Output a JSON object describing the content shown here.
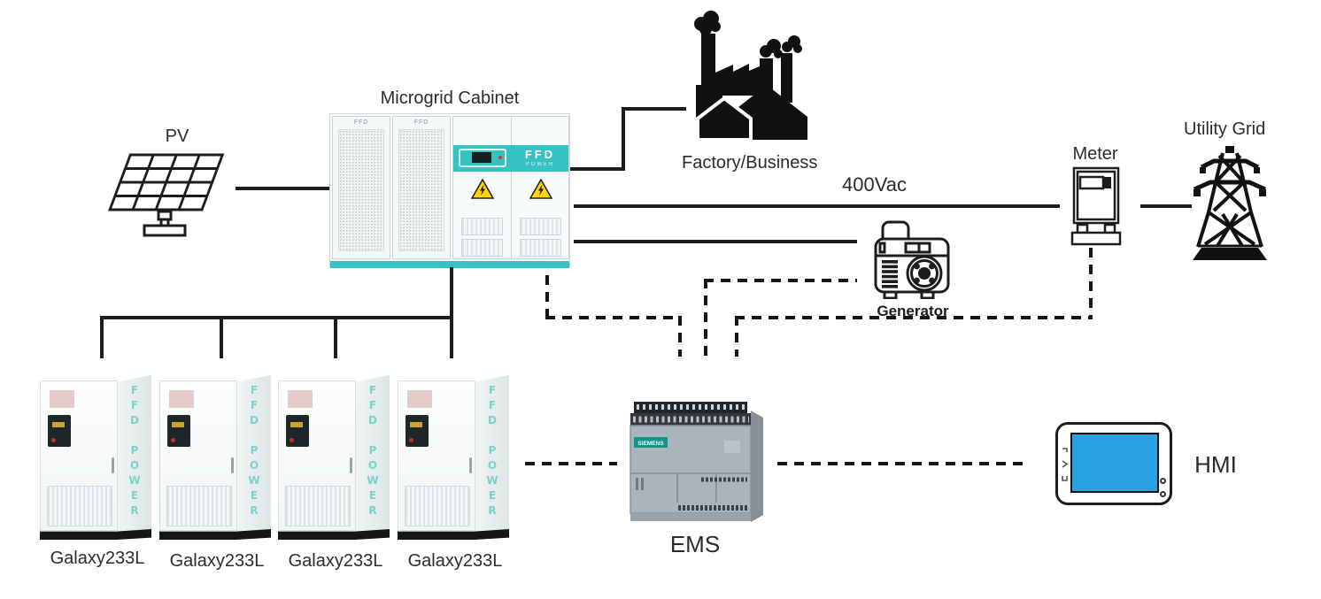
{
  "nodes": {
    "pv": {
      "label": "PV"
    },
    "cabinet": {
      "label": "Microgrid Cabinet",
      "door1_brand": "FFD",
      "door2_brand": "FFD",
      "brand": "FFD",
      "brand_sub": "POWER"
    },
    "factory": {
      "label": "Factory/Business"
    },
    "link_voltage": {
      "label": "400Vac"
    },
    "meter": {
      "label": "Meter"
    },
    "utility_grid": {
      "label": "Utility Grid"
    },
    "generator": {
      "label": "Generator"
    },
    "batteries": [
      {
        "label": "Galaxy233L",
        "side_text": "FFD POWER"
      },
      {
        "label": "Galaxy233L",
        "side_text": "FFD POWER"
      },
      {
        "label": "Galaxy233L",
        "side_text": "FFD POWER"
      },
      {
        "label": "Galaxy233L",
        "side_text": "FFD POWER"
      }
    ],
    "ems": {
      "label": "EMS",
      "brand": "SIEMENS"
    },
    "hmi": {
      "label": "HMI"
    }
  },
  "colors": {
    "accent_teal": "#35c2c2",
    "battery_text_teal": "#79d2ca",
    "hmi_screen_blue": "#2aa1e0",
    "line_black": "#1c1c1c",
    "warning_yellow": "#ffd400",
    "siemens_green": "#0e9488"
  }
}
